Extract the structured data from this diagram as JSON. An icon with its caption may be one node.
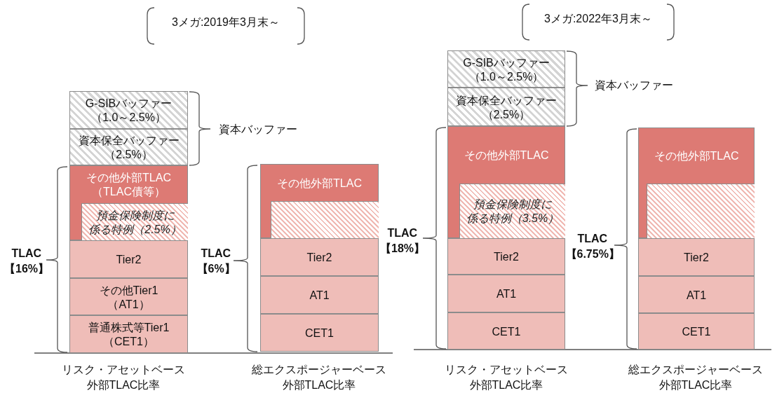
{
  "diagram": {
    "nodes": [
      {
        "text": [
          "G-SIBバッファー",
          "（1.0～2.5%）"
        ]
      },
      {
        "text": [
          "資本保全バッファー",
          "（2.5%）"
        ]
      },
      {
        "text": [
          "その他外部TLAC",
          "（TLAC債等）"
        ]
      },
      {
        "text": [
          "預金保険制度に",
          "係る特例（2.5%）"
        ],
        "in": 2
      },
      {
        "text": [
          "Tier2"
        ]
      },
      {
        "text": [
          "その他Tier1",
          "（AT1）"
        ]
      },
      {
        "text": [
          "普通株式等Tier1",
          "（CET1）"
        ]
      },
      {
        "text": [
          "その他外部TLAC"
        ]
      },
      {
        "text": [],
        "shape": "box",
        "in": 7
      },
      {
        "text": [
          "Tier2"
        ]
      },
      {
        "text": [
          "AT1"
        ]
      },
      {
        "text": [
          "CET1"
        ]
      },
      {
        "text": [
          "G-SIBバッファー",
          "（1.0～2.5%）"
        ]
      },
      {
        "text": [
          "資本保全バッファー",
          "（2.5%）"
        ]
      },
      {
        "text": [
          "その他外部TLAC"
        ]
      },
      {
        "text": [
          "預金保険制度に",
          "係る特例（3.5%）"
        ],
        "in": 14
      },
      {
        "text": [
          "Tier2"
        ]
      },
      {
        "text": [
          "AT1"
        ]
      },
      {
        "text": [
          "CET1"
        ]
      },
      {
        "text": [
          "その他外部TLAC"
        ]
      },
      {
        "text": [],
        "shape": "box",
        "in": 19
      },
      {
        "text": [
          "Tier2"
        ]
      },
      {
        "text": [
          "AT1"
        ]
      },
      {
        "text": [
          "CET1"
        ]
      }
    ],
    "labels": [
      "3メガ:2019年3月末～",
      "3メガ:2022年3月末～",
      "資本バッファー",
      "資本バッファー",
      "TLAC",
      "【16%】",
      "TLAC",
      "【6%】",
      "TLAC",
      "【18%】",
      "TLAC",
      "【6.75%】",
      "リスク・アセットベース",
      "外部TLAC比率",
      "総エクスポージャーベース",
      "外部TLAC比率",
      "リスク・アセットベース",
      "外部TLAC比率",
      "総エクスポージャーベース",
      "外部TLAC比率"
    ]
  }
}
